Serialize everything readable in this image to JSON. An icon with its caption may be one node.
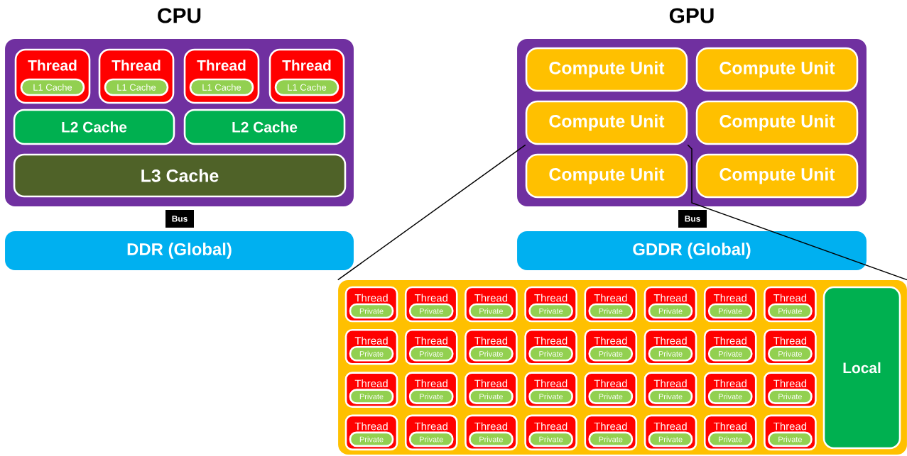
{
  "diagram": {
    "nodes": [
      {
        "text": [
          "CPU"
        ]
      },
      {
        "text": [
          "Thread"
        ],
        "in": 0
      },
      {
        "text": [
          "L1 Cache"
        ],
        "in": 1
      },
      {
        "text": [
          "Thread"
        ],
        "in": 0
      },
      {
        "text": [
          "L1 Cache"
        ],
        "in": 3
      },
      {
        "text": [
          "Thread"
        ],
        "in": 0
      },
      {
        "text": [
          "L1 Cache"
        ],
        "in": 5
      },
      {
        "text": [
          "Thread"
        ],
        "in": 0
      },
      {
        "text": [
          "L1 Cache"
        ],
        "in": 7
      },
      {
        "text": [
          "L2 Cache"
        ],
        "in": 0
      },
      {
        "text": [
          "L2 Cache"
        ],
        "in": 0
      },
      {
        "text": [
          "L3 Cache"
        ],
        "in": 0
      },
      {
        "text": [
          "Bus"
        ]
      },
      {
        "text": [
          "DDR (Global)"
        ]
      },
      {
        "text": [
          "GPU"
        ]
      },
      {
        "text": [
          "Compute Unit"
        ],
        "in": 14
      },
      {
        "text": [
          "Compute Unit"
        ],
        "in": 14
      },
      {
        "text": [
          "Compute Unit"
        ],
        "in": 14
      },
      {
        "text": [
          "Compute Unit"
        ],
        "in": 14
      },
      {
        "text": [
          "Compute Unit"
        ],
        "in": 14
      },
      {
        "text": [
          "Compute Unit"
        ],
        "in": 14
      },
      {
        "text": [
          "Bus"
        ]
      },
      {
        "text": [
          "GDDR (Global)"
        ]
      },
      {
        "text": [],
        "shape": "box"
      },
      {
        "text": [
          "Thread"
        ],
        "in": 23
      },
      {
        "text": [
          "Private"
        ],
        "in": 24
      },
      {
        "text": [
          "Thread"
        ],
        "in": 23
      },
      {
        "text": [
          "Private"
        ],
        "in": 26
      },
      {
        "text": [
          "Thread"
        ],
        "in": 23
      },
      {
        "text": [
          "Private"
        ],
        "in": 28
      },
      {
        "text": [
          "Thread"
        ],
        "in": 23
      },
      {
        "text": [
          "Private"
        ],
        "in": 30
      },
      {
        "text": [
          "Thread"
        ],
        "in": 23
      },
      {
        "text": [
          "Private"
        ],
        "in": 32
      },
      {
        "text": [
          "Thread"
        ],
        "in": 23
      },
      {
        "text": [
          "Private"
        ],
        "in": 34
      },
      {
        "text": [
          "Thread"
        ],
        "in": 23
      },
      {
        "text": [
          "Private"
        ],
        "in": 36
      },
      {
        "text": [
          "Thread"
        ],
        "in": 23
      },
      {
        "text": [
          "Private"
        ],
        "in": 38
      },
      {
        "text": [
          "Thread"
        ],
        "in": 23
      },
      {
        "text": [
          "Private"
        ],
        "in": 40
      },
      {
        "text": [
          "Thread"
        ],
        "in": 23
      },
      {
        "text": [
          "Private"
        ],
        "in": 42
      },
      {
        "text": [
          "Thread"
        ],
        "in": 23
      },
      {
        "text": [
          "Private"
        ],
        "in": 44
      },
      {
        "text": [
          "Thread"
        ],
        "in": 23
      },
      {
        "text": [
          "Private"
        ],
        "in": 46
      },
      {
        "text": [
          "Thread"
        ],
        "in": 23
      },
      {
        "text": [
          "Private"
        ],
        "in": 48
      },
      {
        "text": [
          "Thread"
        ],
        "in": 23
      },
      {
        "text": [
          "Private"
        ],
        "in": 50
      },
      {
        "text": [
          "Thread"
        ],
        "in": 23
      },
      {
        "text": [
          "Private"
        ],
        "in": 52
      },
      {
        "text": [
          "Thread"
        ],
        "in": 23
      },
      {
        "text": [
          "Private"
        ],
        "in": 54
      },
      {
        "text": [
          "Thread"
        ],
        "in": 23
      },
      {
        "text": [
          "Private"
        ],
        "in": 56
      },
      {
        "text": [
          "Thread"
        ],
        "in": 23
      },
      {
        "text": [
          "Private"
        ],
        "in": 58
      },
      {
        "text": [
          "Thread"
        ],
        "in": 23
      },
      {
        "text": [
          "Private"
        ],
        "in": 60
      },
      {
        "text": [
          "Thread"
        ],
        "in": 23
      },
      {
        "text": [
          "Private"
        ],
        "in": 62
      },
      {
        "text": [
          "Thread"
        ],
        "in": 23
      },
      {
        "text": [
          "Private"
        ],
        "in": 64
      },
      {
        "text": [
          "Thread"
        ],
        "in": 23
      },
      {
        "text": [
          "Private"
        ],
        "in": 66
      },
      {
        "text": [
          "Thread"
        ],
        "in": 23
      },
      {
        "text": [
          "Private"
        ],
        "in": 68
      },
      {
        "text": [
          "Thread"
        ],
        "in": 23
      },
      {
        "text": [
          "Private"
        ],
        "in": 70
      },
      {
        "text": [
          "Thread"
        ],
        "in": 23
      },
      {
        "text": [
          "Private"
        ],
        "in": 72
      },
      {
        "text": [
          "Thread"
        ],
        "in": 23
      },
      {
        "text": [
          "Private"
        ],
        "in": 74
      },
      {
        "text": [
          "Thread"
        ],
        "in": 23
      },
      {
        "text": [
          "Private"
        ],
        "in": 76
      },
      {
        "text": [
          "Thread"
        ],
        "in": 23
      },
      {
        "text": [
          "Private"
        ],
        "in": 78
      },
      {
        "text": [
          "Thread"
        ],
        "in": 23
      },
      {
        "text": [
          "Private"
        ],
        "in": 80
      },
      {
        "text": [
          "Thread"
        ],
        "in": 23
      },
      {
        "text": [
          "Private"
        ],
        "in": 82
      },
      {
        "text": [
          "Thread"
        ],
        "in": 23
      },
      {
        "text": [
          "Private"
        ],
        "in": 84
      },
      {
        "text": [
          "Thread"
        ],
        "in": 23
      },
      {
        "text": [
          "Private"
        ],
        "in": 86
      },
      {
        "text": [
          "Local"
        ],
        "in": 23
      }
    ],
    "edges": [
      {
        "from": 17,
        "to": 23,
        "arrow": "none"
      },
      {
        "from": 17,
        "to": 23,
        "arrow": "none"
      }
    ]
  }
}
